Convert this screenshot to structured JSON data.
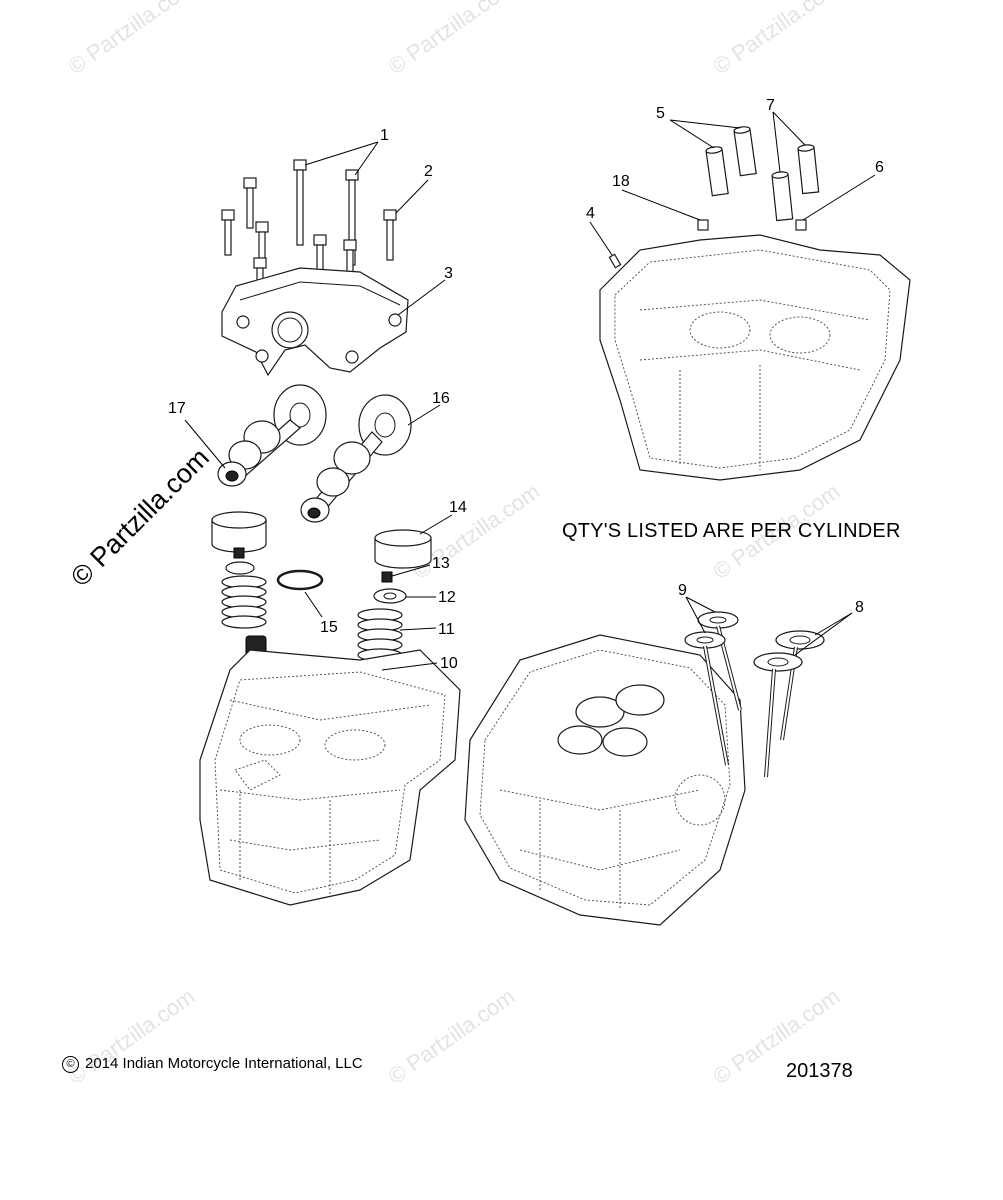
{
  "note": "QTY'S LISTED ARE PER CYLINDER",
  "copyright": "2014 Indian Motorcycle International, LLC",
  "copyright_symbol": "©",
  "document_number": "201378",
  "watermark": {
    "text": "© Partzilla.com",
    "color": "#e3e3e3"
  },
  "callouts": [
    "1",
    "2",
    "3",
    "4",
    "5",
    "6",
    "7",
    "8",
    "9",
    "10",
    "11",
    "12",
    "13",
    "14",
    "15",
    "16",
    "17",
    "18"
  ]
}
